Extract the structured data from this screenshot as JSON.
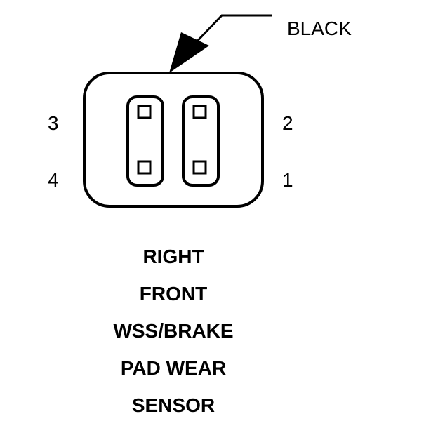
{
  "callout": {
    "wire_color": "BLACK"
  },
  "pins": {
    "p1": "1",
    "p2": "2",
    "p3": "3",
    "p4": "4"
  },
  "title_lines": [
    "RIGHT",
    "FRONT",
    "WSS/BRAKE",
    "PAD WEAR",
    "SENSOR"
  ]
}
